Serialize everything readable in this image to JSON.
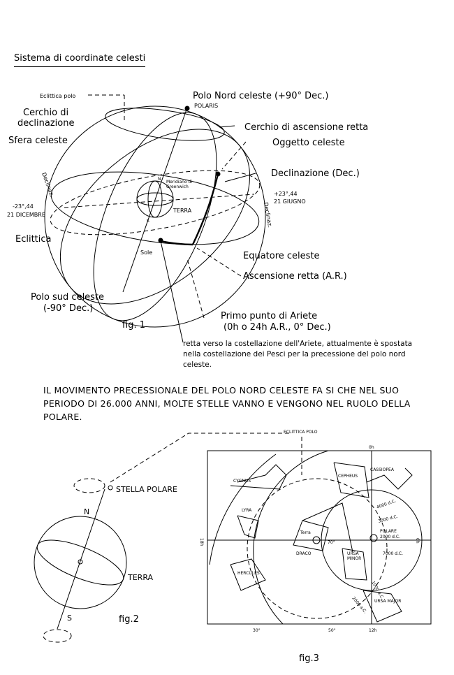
{
  "title": "Sistema di coordinate celesti",
  "fig1": {
    "eclittica_polo": "Eclittica polo",
    "polo_nord": "Polo Nord celeste (+90° Dec.)",
    "polaris": "POLARIS",
    "cerchio_declinazione_1": "Cerchio di",
    "cerchio_declinazione_2": "declinazione",
    "cerchio_ascensione": "Cerchio di ascensione retta",
    "sfera_celeste": "Sfera celeste",
    "oggetto_celeste": "Oggetto celeste",
    "declinazione": "Declinazione (Dec.)",
    "declinaz_left": "Declinaz.",
    "declinaz_right": "Declinaz.",
    "meridiano_1": "Meridiano di",
    "meridiano_2": "Greenwich",
    "n_label": "N",
    "s_label": "S",
    "terra": "TERRA",
    "dic_value": "-23°,44",
    "dic_date": "21 DICEMBRE",
    "giu_value": "+23°,44",
    "giu_date": "21 GIUGNO",
    "eclittica": "Eclittica",
    "sole": "Sole",
    "equatore": "Equatore celeste",
    "ascensione": "Ascensione retta (A.R.)",
    "polo_sud_1": "Polo sud celeste",
    "polo_sud_2": "(-90° Dec.)",
    "primo_punto": "Primo punto di Ariete",
    "primo_punto_2": "(0h o 24h A.R., 0° Dec.)",
    "fig_label": "fig. 1"
  },
  "note": "retta verso la costellazione dell'Ariete, attualmente è spostata nella costellazione dei Pesci per la precessione del polo nord celeste.",
  "paragraph": "IL MOVIMENTO PRECESSIONALE DEL POLO NORD CELESTE FA SI CHE NEL SUO PERIODO DI 26.000 ANNI, MOLTE STELLE VANNO E VENGONO NEL RUOLO DELLA POLARE.",
  "fig2": {
    "stella_polare": "STELLA POLARE",
    "n": "N",
    "s": "S",
    "terra": "TERRA",
    "fig_label": "fig.2"
  },
  "fig3": {
    "eclittica_polo": "ECLITTICA POLO",
    "h0": "0h",
    "h6": "6h",
    "h12": "12h",
    "h18": "18h",
    "cygnus": "CYGNUS",
    "cepheus": "CEPHEUS",
    "cassiopea": "CASSIOPEA",
    "lyra": "LYRA",
    "terra": "Terra",
    "polare": "POLARE",
    "polare_year": "2000 d.C.",
    "y4000": "4000 d.C.",
    "y3000": "3000 d.C.",
    "y7000": "7000 d.C.",
    "y1000": "1000 d.C.",
    "y2000": "2000 a.C.",
    "draco": "DRACO",
    "deg70": "70°",
    "ursa_minor_1": "URSA",
    "ursa_minor_2": "MINOR",
    "hercules": "HERCULES",
    "ursa_major": "URSA MAJOR",
    "deg30": "30°",
    "deg50": "50°",
    "fig_label": "fig.3"
  }
}
